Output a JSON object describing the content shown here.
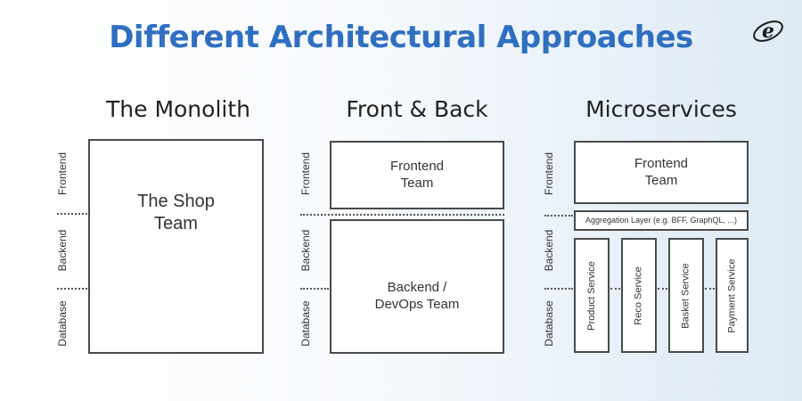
{
  "title": "Different Architectural Approaches",
  "logo_letter": "e",
  "columns": {
    "monolith": {
      "title": "The Monolith",
      "box_label": "The Shop\nTeam"
    },
    "frontback": {
      "title": "Front & Back",
      "frontend_label": "Frontend\nTeam",
      "backend_label": "Backend /\nDevOps Team"
    },
    "micro": {
      "title": "Microservices",
      "frontend_label": "Frontend\nTeam",
      "aggregation_label": "Aggregation Layer (e.g. BFF, GraphQL, ...)",
      "services": [
        "Product Service",
        "Reco Service",
        "Basket Service",
        "Payment Service"
      ]
    }
  },
  "layers": {
    "frontend": "Frontend",
    "backend": "Backend",
    "database": "Database"
  },
  "colors": {
    "title": "#2f6fc1",
    "border": "#4a4a4a"
  }
}
